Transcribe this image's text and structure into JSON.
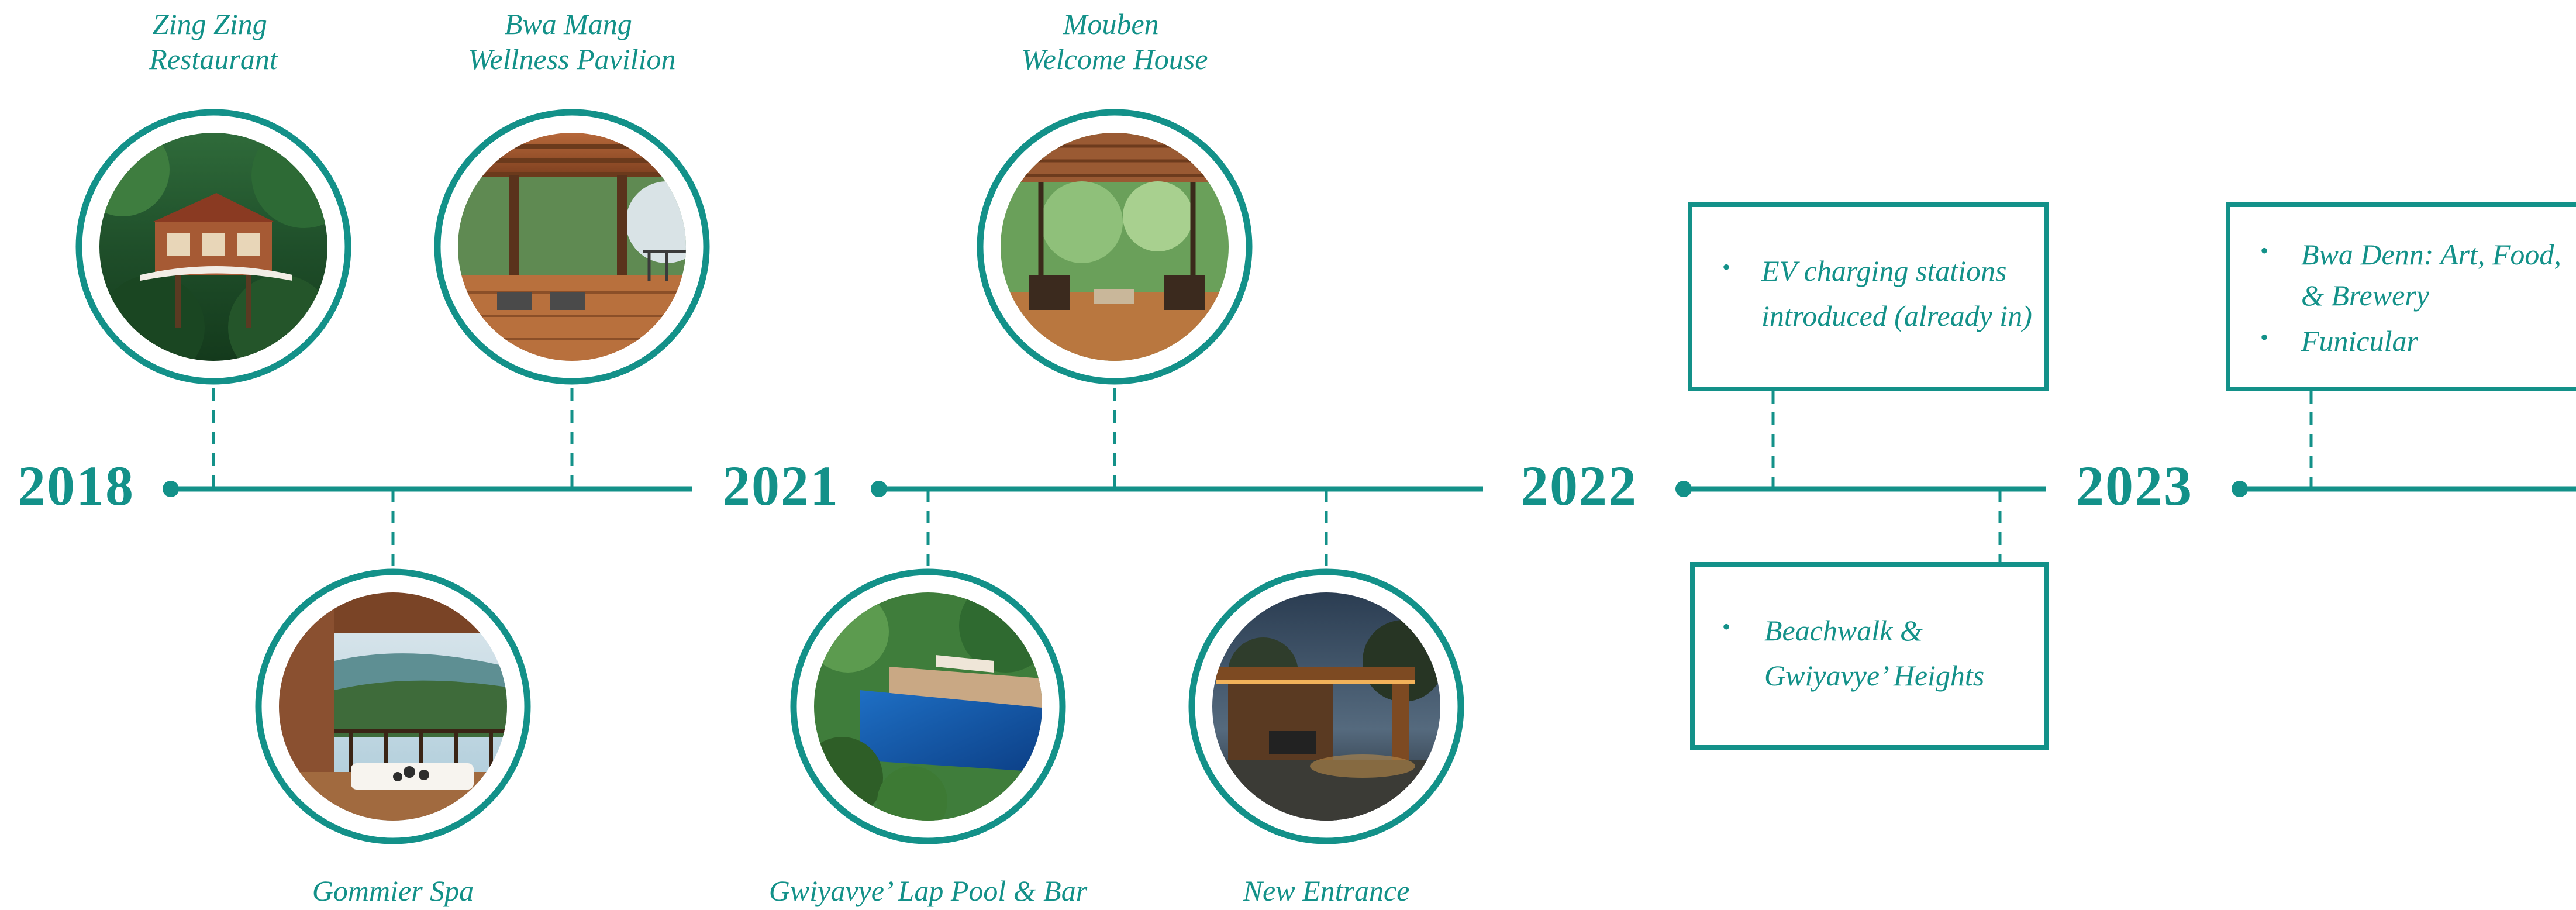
{
  "accent_color": "#139189",
  "years": [
    "2018",
    "2021",
    "2022",
    "2023"
  ],
  "photos": {
    "zing_zing": {
      "caption_lines": [
        "Zing Zing",
        "Restaurant"
      ],
      "icon": "restaurant-treehouse-photo"
    },
    "bwa_mang": {
      "caption_lines": [
        "Bwa Mang",
        "Wellness Pavilion"
      ],
      "icon": "yoga-pavilion-photo"
    },
    "gommier": {
      "caption_lines": [
        "Gommier Spa"
      ],
      "icon": "spa-room-photo"
    },
    "mouben": {
      "caption_lines": [
        "Mouben",
        "Welcome House"
      ],
      "icon": "welcome-house-photo"
    },
    "gwiyavye_pool": {
      "caption_lines": [
        "Gwiyavye’ Lap Pool & Bar"
      ],
      "icon": "lap-pool-photo"
    },
    "new_entrance": {
      "caption_lines": [
        "New Entrance"
      ],
      "icon": "entrance-night-photo"
    }
  },
  "boxes": {
    "ev": {
      "lines": [
        "EV charging stations",
        "introduced (already in)"
      ]
    },
    "beachwalk": {
      "lines": [
        "Beachwalk &",
        "Gwiyavye’ Heights"
      ]
    },
    "bwa_denn": {
      "items": [
        [
          "Bwa Denn: Art, Food,",
          "& Brewery"
        ],
        [
          "Funicular"
        ]
      ]
    }
  },
  "bullet_symbol": "•"
}
